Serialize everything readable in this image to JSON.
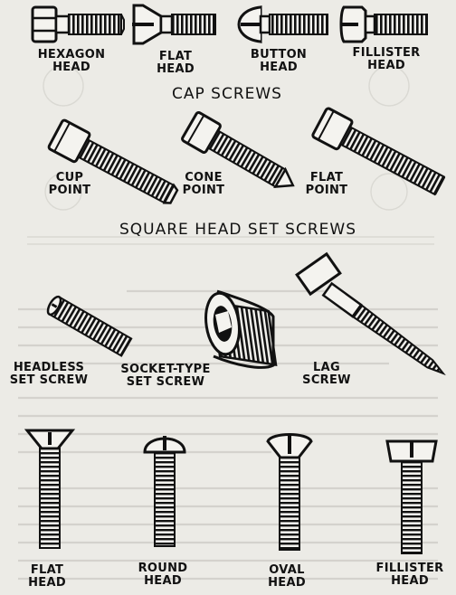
{
  "sections": {
    "cap_screws": {
      "title": "CAP SCREWS",
      "items": [
        {
          "line1": "HEXAGON",
          "line2": "HEAD"
        },
        {
          "line1": "FLAT",
          "line2": "HEAD"
        },
        {
          "line1": "BUTTON",
          "line2": "HEAD"
        },
        {
          "line1": "FILLISTER",
          "line2": "HEAD"
        }
      ]
    },
    "set_screws": {
      "title": "SQUARE HEAD SET SCREWS",
      "items": [
        {
          "line1": "CUP",
          "line2": "POINT"
        },
        {
          "line1": "CONE",
          "line2": "POINT"
        },
        {
          "line1": "FLAT",
          "line2": "POINT"
        }
      ]
    },
    "misc_screws": {
      "items": [
        {
          "line1": "HEADLESS",
          "line2": "SET SCREW"
        },
        {
          "line1": "SOCKET-TYPE",
          "line2": "SET SCREW"
        },
        {
          "line1": "LAG",
          "line2": "SCREW"
        }
      ]
    },
    "machine_screws": {
      "items": [
        {
          "line1": "FLAT",
          "line2": "HEAD"
        },
        {
          "line1": "ROUND",
          "line2": "HEAD"
        },
        {
          "line1": "OVAL",
          "line2": "HEAD"
        },
        {
          "line1": "FILLISTER",
          "line2": "HEAD"
        }
      ]
    }
  },
  "colors": {
    "ink": "#111111",
    "paper": "#ecebe6",
    "ghost": "#c9c7c1"
  }
}
